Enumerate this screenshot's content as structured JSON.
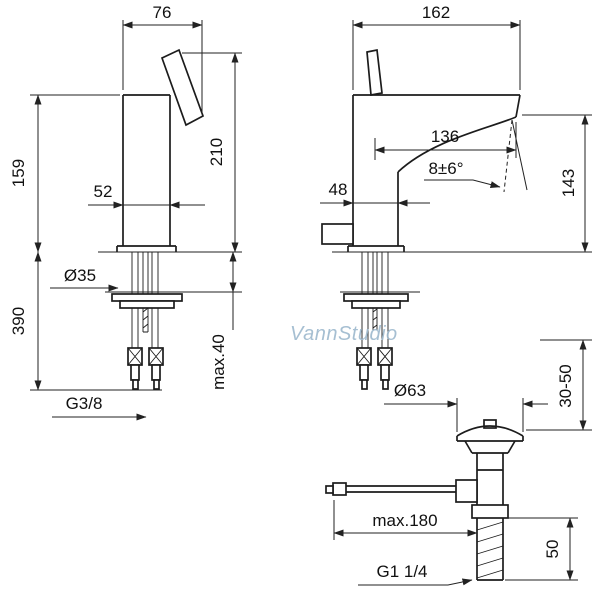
{
  "watermark": "VannStudio",
  "side_view": {
    "dims": {
      "top_width": "76",
      "body_height": "159",
      "body_depth": "52",
      "total_height": "210",
      "hole_diameter": "Ø35",
      "hose_length": "390",
      "inlet_thread": "G3/8",
      "deck_thickness": "max.40"
    }
  },
  "front_view": {
    "dims": {
      "total_width": "162",
      "spout_reach": "136",
      "spout_angle": "8±6°",
      "body_width": "48",
      "outlet_height": "143"
    }
  },
  "drain": {
    "dims": {
      "flange_diameter": "Ø63",
      "install_range": "30-50",
      "rod_length": "max.180",
      "tail_length": "50",
      "outlet_thread": "G1 1/4"
    }
  }
}
